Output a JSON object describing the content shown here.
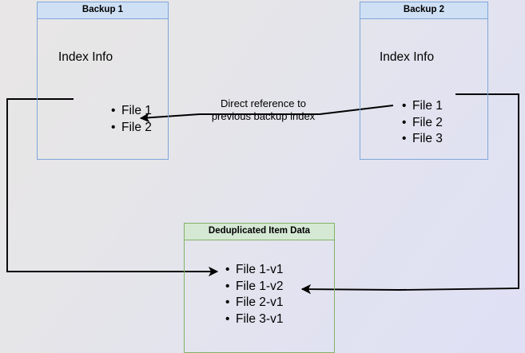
{
  "diagram": {
    "title": "Backup deduplication index reference diagram",
    "background": {
      "color_start": "#e8e6e6",
      "color_end": "#dfe0f5"
    },
    "palette": {
      "blue_border": "#7ea6d9",
      "blue_header_fill": "#cfe0f5",
      "green_border": "#82b366",
      "green_header_fill": "#d5e8d4",
      "edge_color": "#000000",
      "text_color": "#000000"
    },
    "nodes": [
      {
        "id": "backup1",
        "header": "Backup 1",
        "body_title": "Index Info",
        "items": [
          "File 1",
          "File 2"
        ]
      },
      {
        "id": "backup2",
        "header": "Backup 2",
        "body_title": "Index Info",
        "items": [
          "File 1",
          "File 2",
          "File 3"
        ]
      },
      {
        "id": "dedup",
        "header": "Deduplicated Item Data",
        "body_title": "",
        "items": [
          "File 1-v1",
          "File 1-v2",
          "File 2-v1",
          "File 3-v1"
        ]
      }
    ],
    "edges": [
      {
        "id": "backup2-to-backup1",
        "label_line1": "Direct reference to",
        "label_line2": "previous backup index",
        "arrow": "left"
      },
      {
        "id": "backup1-file1-to-dedup-file1v1",
        "label_line1": "",
        "label_line2": "",
        "arrow": "right"
      },
      {
        "id": "backup2-file1-to-dedup-file1v2",
        "label_line1": "",
        "label_line2": "",
        "arrow": "left"
      }
    ]
  }
}
